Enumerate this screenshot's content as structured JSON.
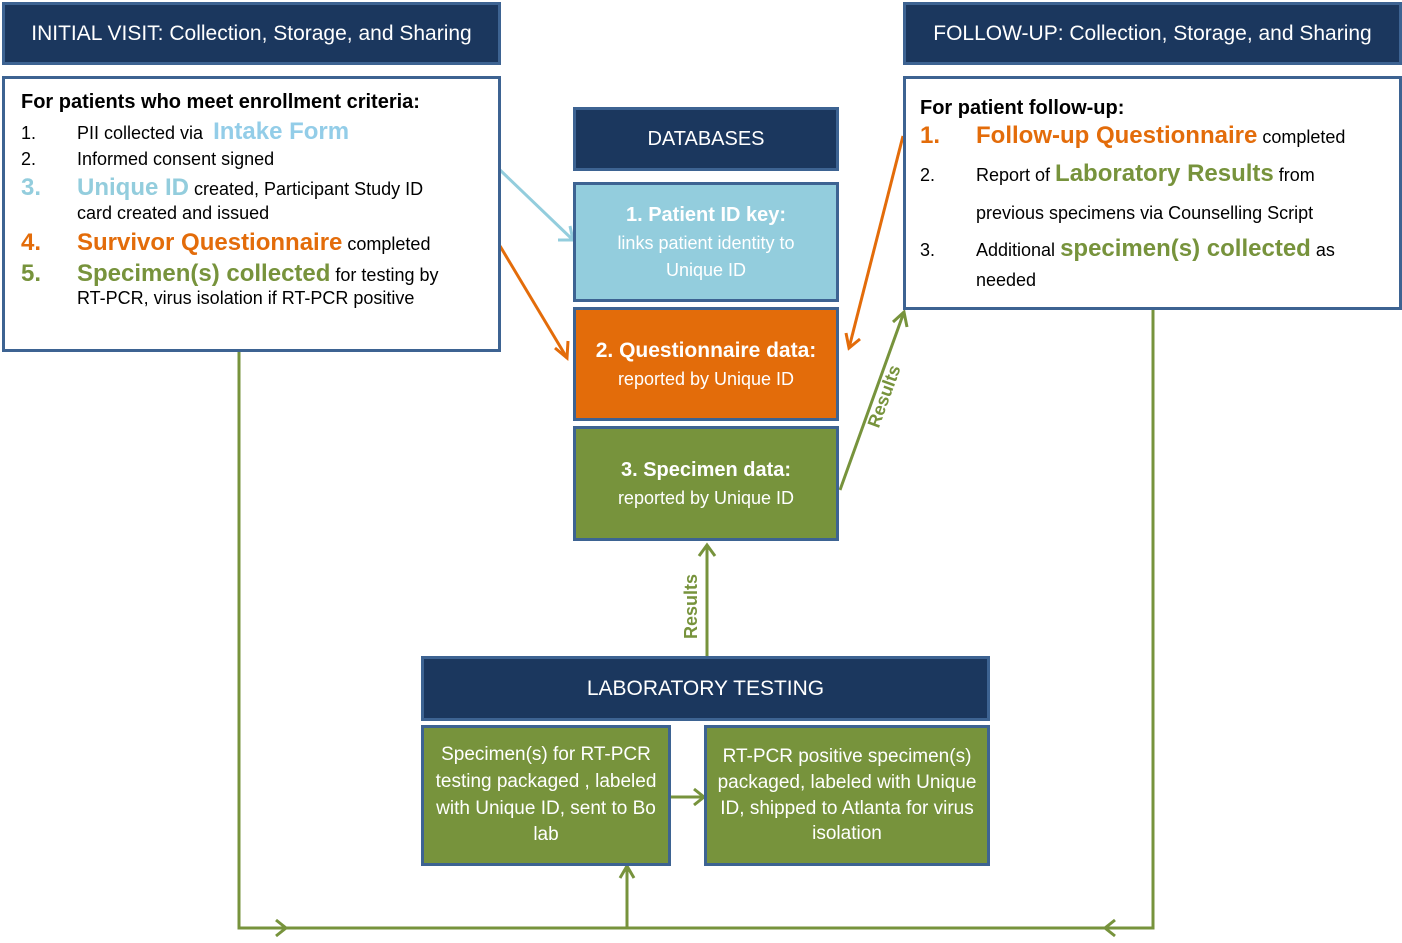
{
  "initial_visit": {
    "header": "INITIAL VISIT: Collection, Storage, and Sharing",
    "title": "For patients who meet enrollment criteria:",
    "items": [
      {
        "num": "1.",
        "pre": "PII collected via ",
        "highlight": "Intake Form",
        "post": "",
        "cont": ""
      },
      {
        "num": "2.",
        "pre": "Informed consent signed",
        "highlight": "",
        "post": "",
        "cont": ""
      },
      {
        "num": "3.",
        "pre": "",
        "highlight": "Unique ID",
        "post": " created, Participant Study ID",
        "cont": "card created and issued"
      },
      {
        "num": "4.",
        "pre": "",
        "highlight": "Survivor Questionnaire",
        "post": " completed",
        "cont": ""
      },
      {
        "num": "5.",
        "pre": "",
        "highlight": "Specimen(s) collected",
        "post": " for testing by",
        "cont": "RT-PCR, virus isolation if RT-PCR positive"
      }
    ]
  },
  "follow_up": {
    "header": "FOLLOW-UP: Collection, Storage, and Sharing",
    "title": "For patient follow-up:",
    "items": [
      {
        "num": "1.",
        "pre": "",
        "highlight": "Follow-up Questionnaire",
        "post": " completed",
        "cont": ""
      },
      {
        "num": "2.",
        "pre": "Report of ",
        "highlight": "Laboratory Results",
        "post": " from",
        "cont": "previous specimens via  Counselling Script"
      },
      {
        "num": "3.",
        "pre": "Additional ",
        "highlight": "specimen(s) collected",
        "post": " as",
        "cont": "needed"
      }
    ]
  },
  "databases": {
    "header": "DATABASES",
    "boxes": [
      {
        "title": "1. Patient ID key:",
        "line1": "links patient identity to",
        "line2": "Unique ID"
      },
      {
        "title": "2. Questionnaire data:",
        "line1": "reported by Unique ID",
        "line2": ""
      },
      {
        "title": "3. Specimen data:",
        "line1": "reported by Unique ID",
        "line2": ""
      }
    ]
  },
  "laboratory": {
    "header": "LABORATORY TESTING",
    "box_left": "Specimen(s) for RT-PCR testing packaged , labeled with Unique ID, sent to Bo lab",
    "box_right": "RT-PCR positive specimen(s) packaged, labeled with Unique ID, shipped to Atlanta for virus isolation"
  },
  "arrow_labels": {
    "results_vertical": "Results",
    "results_diagonal": "Results"
  },
  "colors": {
    "header_bg": "#1b375e",
    "border": "#3d6392",
    "light_blue": "#93cddd",
    "orange": "#e36c0a",
    "green": "#77933c"
  }
}
